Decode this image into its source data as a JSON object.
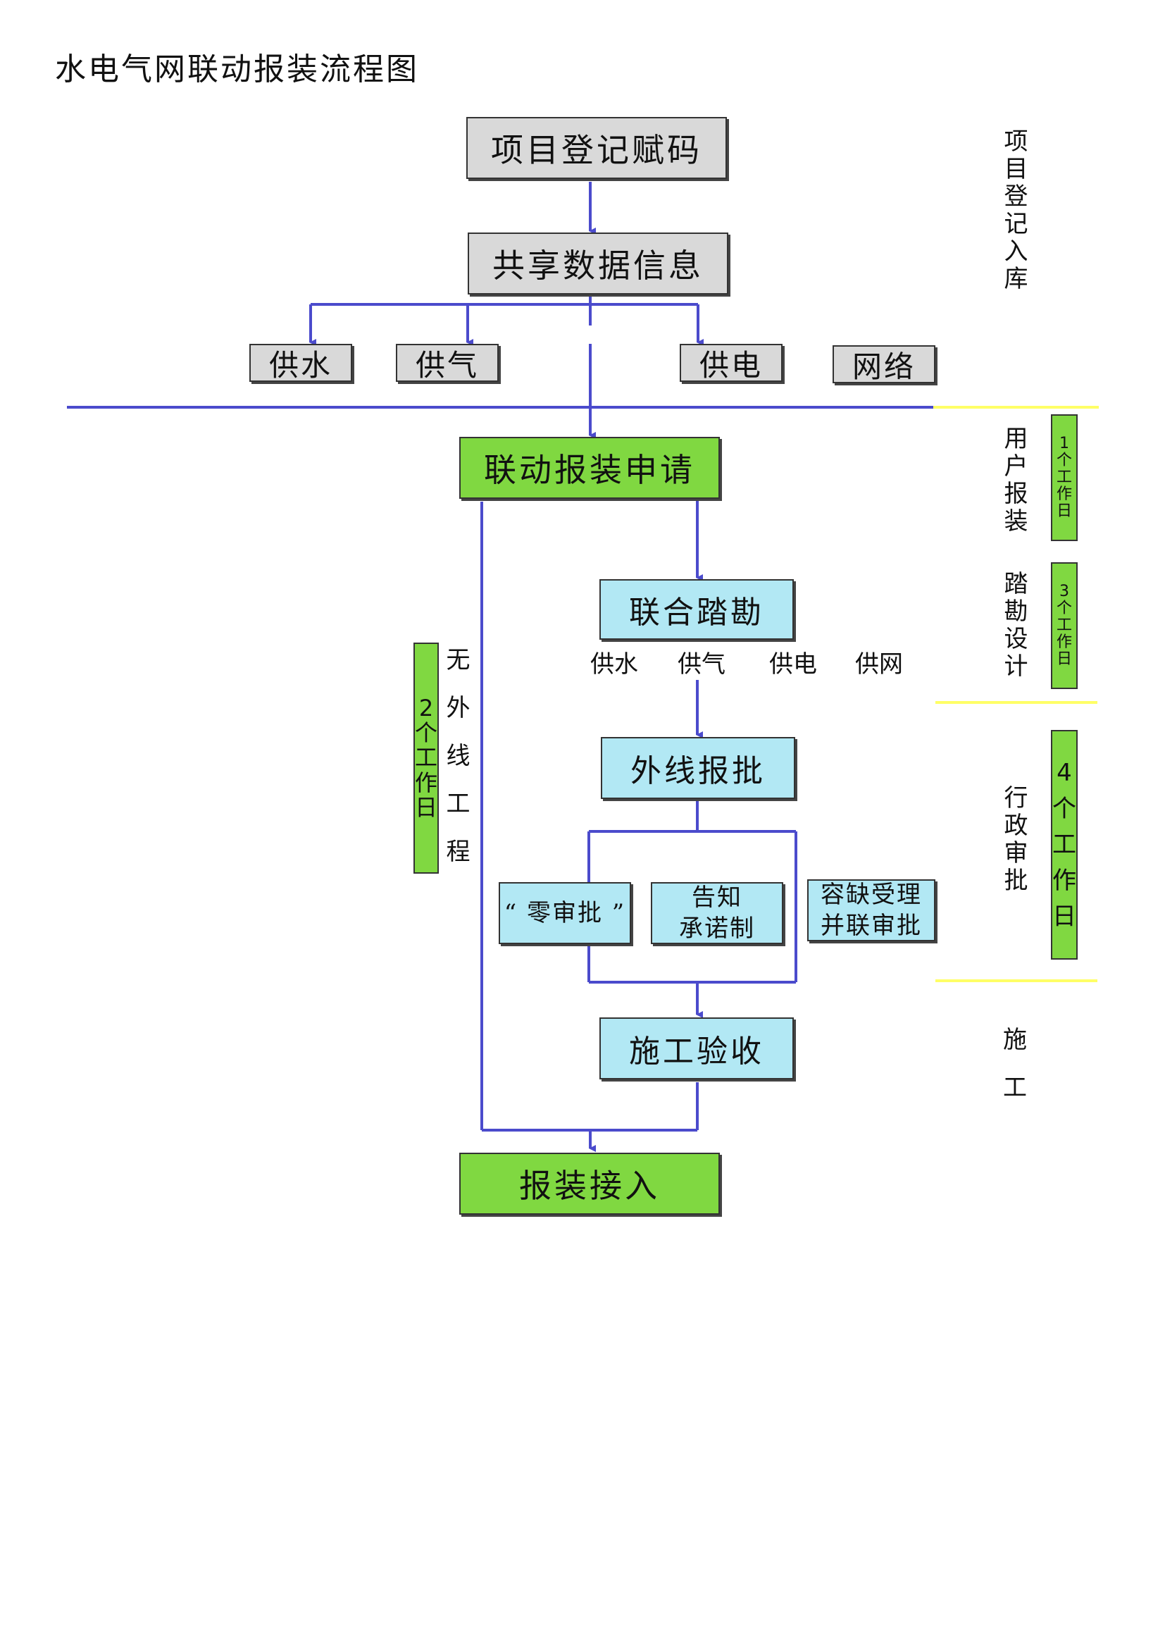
{
  "title": "水电气网联动报装流程图",
  "nodes": {
    "register": "项目登记赋码",
    "share": "共享数据信息",
    "water": "供水",
    "gas": "供气",
    "power": "供电",
    "network": "网络",
    "apply": "联动报装申请",
    "survey": "联合踏勘",
    "approval": "外线报批",
    "zero_approval": "“ 零审批 ”",
    "notify_line1": "告知",
    "notify_line2": "承诺制",
    "tolerance_line1": "容缺受理",
    "tolerance_line2": "并联审批",
    "construction": "施工验收",
    "connect": "报装接入"
  },
  "survey_items": [
    "供水",
    "供气",
    "供电",
    "供网"
  ],
  "left_branch": {
    "badge": [
      "2",
      "个",
      "工",
      "作",
      "日"
    ],
    "note": "无外线工程"
  },
  "stages": {
    "register": "项目登记入库",
    "user_apply": "用户报装",
    "survey_design": "踏勘设计",
    "admin_approval": "行政审批",
    "construction_chars": [
      "施",
      "工"
    ]
  },
  "time_badges": {
    "user_apply": [
      "1",
      "个",
      "工",
      "作",
      "日"
    ],
    "survey_design": [
      "3",
      "个",
      "工",
      "作",
      "日"
    ],
    "admin_approval": [
      "4",
      "个",
      "工",
      "作",
      "日"
    ]
  },
  "colors": {
    "line": "#4b4bcc",
    "divider": "#ffff66",
    "green": "#80d841",
    "blue": "#b2e8f4",
    "gray": "#d9d9d9"
  }
}
